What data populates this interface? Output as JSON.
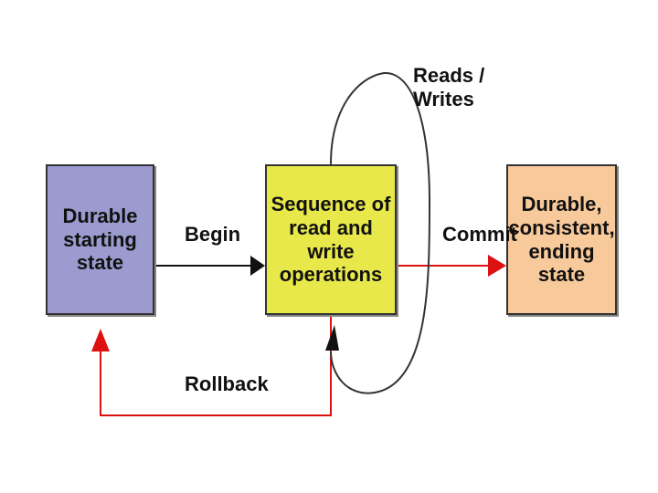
{
  "diagram": {
    "boxes": {
      "start": {
        "text": "Durable\nstarting\nstate",
        "fill": "#9b9bd0"
      },
      "middle": {
        "text": "Sequence of\nread and\nwrite operations",
        "fill": "#e8e84a"
      },
      "end": {
        "text": "Durable,\nconsistent,\nending state",
        "fill": "#f8c99a"
      }
    },
    "labels": {
      "begin": "Begin",
      "commit": "Commit",
      "rollback": "Rollback",
      "reads_writes": "Reads /\nWrites"
    },
    "colors": {
      "begin_arrow": "#111111",
      "commit_arrow": "#dd1111",
      "rollback_arrow": "#dd1111",
      "loop_arrow": "#333333"
    }
  }
}
